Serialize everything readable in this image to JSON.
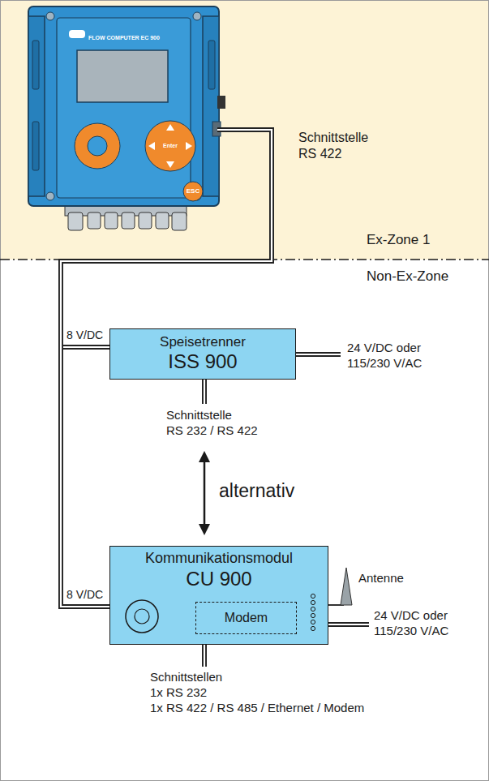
{
  "diagram": {
    "nodes": [
      {
        "text": [
          "FLOW COMPUTER EC 900"
        ]
      },
      {
        "text": [
          "Speisetrenner",
          "ISS 900"
        ]
      },
      {
        "text": [
          "Kommunikationsmodul",
          "CU 900"
        ]
      },
      {
        "text": [
          "Modem"
        ],
        "in": 2
      }
    ],
    "edges": [
      {
        "from": 0,
        "to": 1,
        "label": "8 V/DC",
        "arrow": "none"
      },
      {
        "from": 0,
        "to": 2,
        "label": "8 V/DC",
        "arrow": "none"
      }
    ],
    "labels": [
      "Schnittstelle",
      "RS 422",
      "Ex-Zone 1",
      "Non-Ex-Zone",
      "24 V/DC oder",
      "115/230 V/AC",
      "Schnittstelle",
      "RS 232 / RS 422",
      "alternativ",
      "Antenne",
      "24 V/DC oder",
      "115/230 V/AC",
      "Schnittstellen",
      "1x RS 232",
      "1x RS 422 / RS 485 / Ethernet / Modem",
      "Enter",
      "ESC"
    ]
  }
}
